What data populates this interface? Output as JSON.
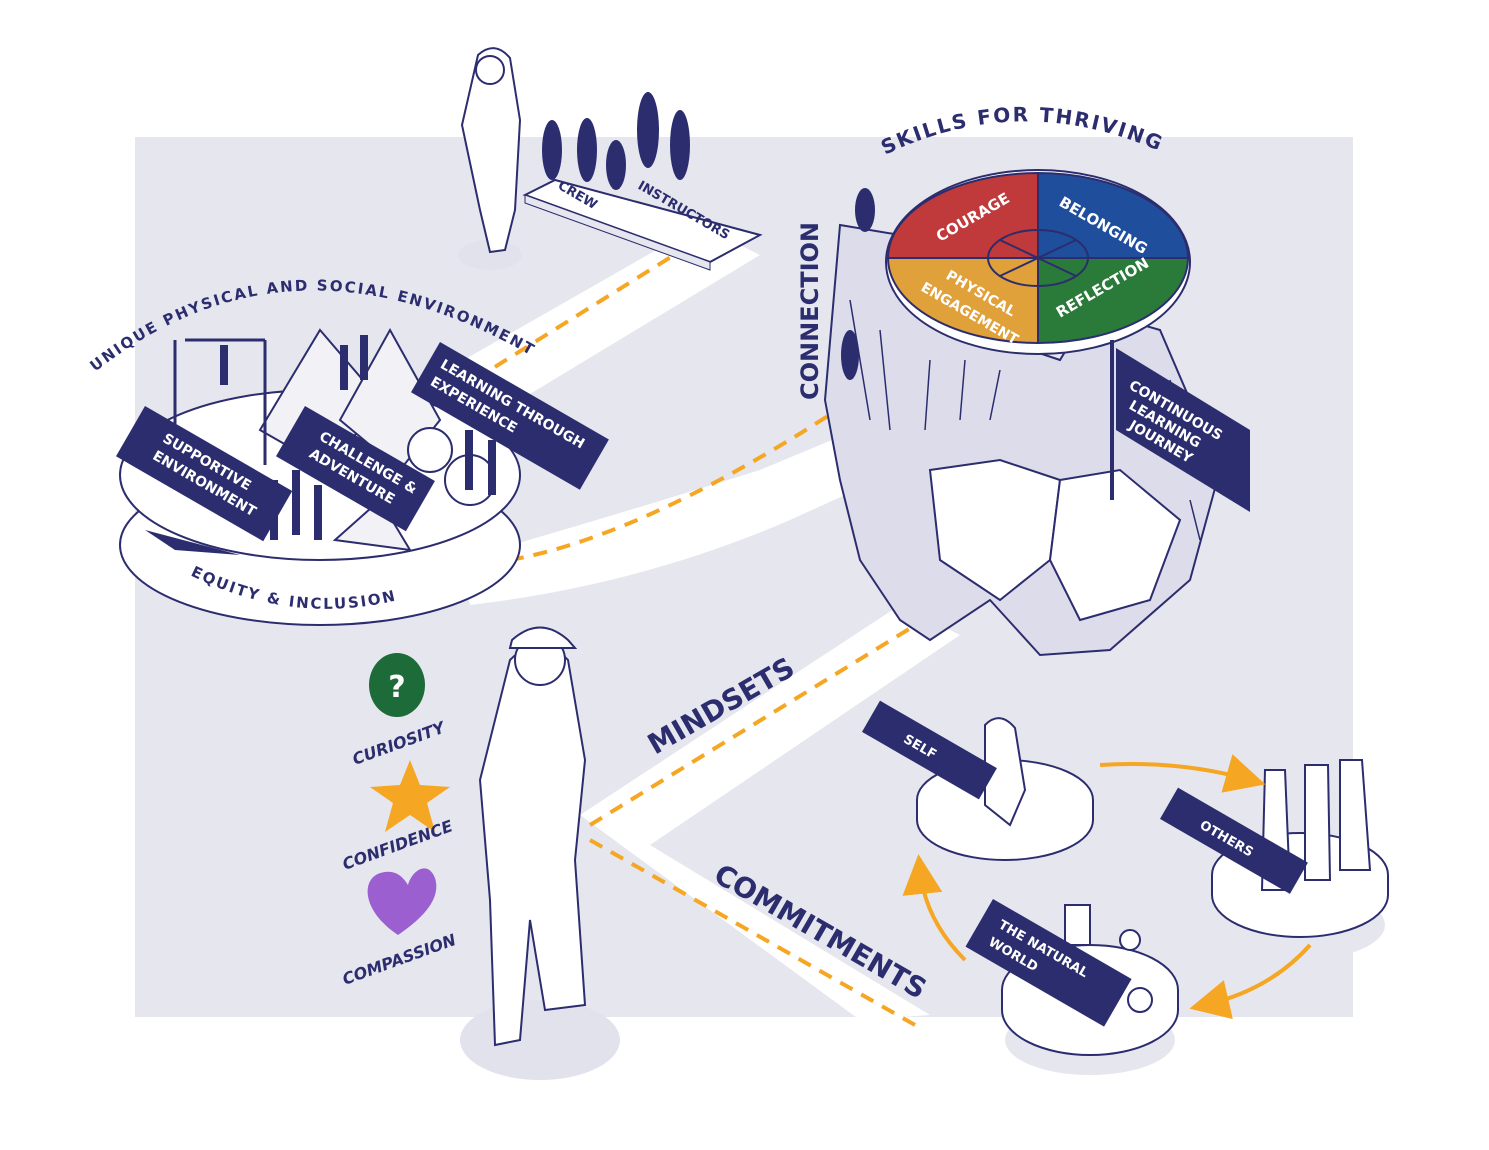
{
  "colors": {
    "navy": "#2b2d6e",
    "background_panel": "#e6e6ef",
    "path": "#ffffff",
    "dashed_path": "#f5a623",
    "courage": "#c0393b",
    "belonging": "#1f4e9c",
    "physical_engagement": "#e0a03a",
    "reflection": "#2a7a3a",
    "curiosity": "#1e6b3a",
    "confidence": "#f5a623",
    "compassion": "#9b5fcf"
  },
  "environment": {
    "arc_title": "UNIQUE PHYSICAL AND SOCIAL ENVIRONMENT",
    "base_label": "EQUITY & INCLUSION",
    "supportive": [
      "SUPPORTIVE",
      "ENVIRONMENT"
    ],
    "challenge": [
      "CHALLENGE &",
      "ADVENTURE"
    ],
    "learning": [
      "LEARNING THROUGH",
      "EXPERIENCE"
    ]
  },
  "people": {
    "crew": "CREW",
    "instructors": "INSTRUCTORS"
  },
  "skills": {
    "title": "SKILLS FOR THRIVING",
    "courage": "COURAGE",
    "belonging": "BELONGING",
    "physical": [
      "PHYSICAL",
      "ENGAGEMENT"
    ],
    "reflection": "REFLECTION",
    "flag": [
      "CONTINUOUS",
      "LEARNING",
      "JOURNEY"
    ]
  },
  "paths": {
    "connection": "CONNECTION",
    "mindsets": "MINDSETS",
    "commitments": "COMMITMENTS"
  },
  "mindsets": [
    {
      "label": "CURIOSITY",
      "icon": "question-icon"
    },
    {
      "label": "CONFIDENCE",
      "icon": "star-icon"
    },
    {
      "label": "COMPASSION",
      "icon": "heart-icon"
    }
  ],
  "commitments": {
    "self": "SELF",
    "others": "OTHERS",
    "natural_world": [
      "THE NATURAL",
      "WORLD"
    ]
  }
}
